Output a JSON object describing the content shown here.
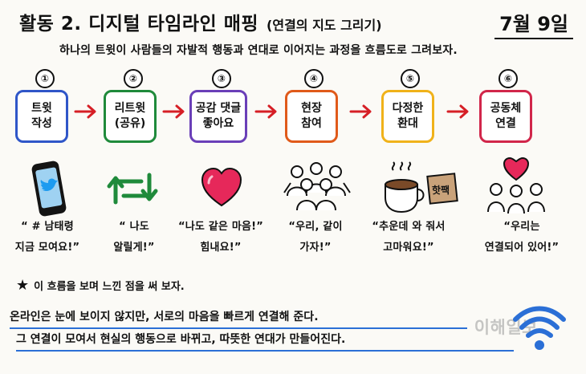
{
  "header": {
    "title": "활동 2. 디지털 타임라인 매핑",
    "subtitle": "(연결의 지도 그리기)",
    "date": "7월 9일"
  },
  "intro": {
    "text": "하나의 트윗이 사람들의 자발적 행동과 연대로 이어지는 과정을 흐름도로 그려보자."
  },
  "steps": [
    {
      "num": "①",
      "label_lines": [
        "트윗",
        "작성"
      ],
      "border": "#2f56c8",
      "quote_lines": [
        "“ # 남태령",
        "지금 모여요!”"
      ]
    },
    {
      "num": "②",
      "label_lines": [
        "리트윗",
        "(공유)"
      ],
      "border": "#1f8a3b",
      "quote_lines": [
        "“ 나도",
        "알릴게!”"
      ]
    },
    {
      "num": "③",
      "label_lines": [
        "공감 댓글",
        "좋아요"
      ],
      "border": "#6a3fb8",
      "quote_lines": [
        "“나도 같은 마음!”",
        "힘내요!”"
      ]
    },
    {
      "num": "④",
      "label_lines": [
        "현장",
        "참여"
      ],
      "border": "#e05a1a",
      "quote_lines": [
        "“우리, 같이",
        "가자!”"
      ]
    },
    {
      "num": "⑤",
      "label_lines": [
        "다정한",
        "환대"
      ],
      "border": "#f0b21a",
      "quote_lines": [
        "“추운데 와 줘서",
        "고마워요!”"
      ]
    },
    {
      "num": "⑥",
      "label_lines": [
        "공동체",
        "연결"
      ],
      "border": "#d1264a",
      "quote_lines": [
        "“우리는",
        "연결되어 있어!”"
      ]
    }
  ],
  "icons": {
    "step1": "twitter-phone-icon",
    "step2": "retweet-icon",
    "step3": "heart-icon",
    "step4": "crowd-icon",
    "step5": "coffee-and-heatpack-icon",
    "step6": "community-heart-icon",
    "corner": "wifi-icon"
  },
  "step5": {
    "heatpack_text": "핫팩"
  },
  "bottom": {
    "prompt": "이 흐름을 보며 느낀 점을 써 보자.",
    "line1": "온라인은 눈에 보이지 않지만, 서로의 마음을 빠르게 연결해 준다.",
    "line2": "그 연결이 모여서 현실의 행동으로 바뀌고, 따뜻한 연대가 만들어진다."
  },
  "watermark": {
    "text": "이해일보"
  }
}
